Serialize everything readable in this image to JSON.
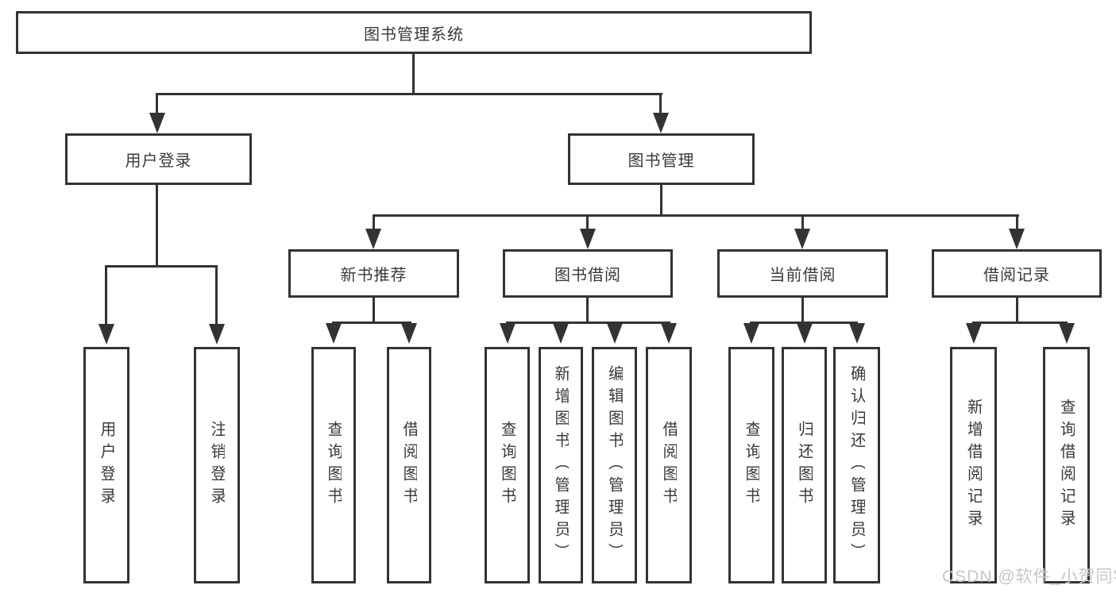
{
  "tree": {
    "root": "图书管理系统",
    "branches": [
      {
        "label": "用户登录",
        "children": [
          "用户登录",
          "注销登录"
        ]
      },
      {
        "label": "图书管理",
        "sections": [
          {
            "label": "新书推荐",
            "children": [
              "查询图书",
              "借阅图书"
            ]
          },
          {
            "label": "图书借阅",
            "children": [
              "查询图书",
              "新增图书（管理员）",
              "编辑图书（管理员）",
              "借阅图书"
            ]
          },
          {
            "label": "当前借阅",
            "children": [
              "查询图书",
              "归还图书",
              "确认归还（管理员）"
            ]
          },
          {
            "label": "借阅记录",
            "children": [
              "新增借阅记录",
              "查询借阅记录"
            ]
          }
        ]
      }
    ]
  },
  "watermark": "CSDN @软件_小贺同学",
  "colors": {
    "line": "#333333",
    "text": "#3a3a3a",
    "background": "#ffffff",
    "watermark": "#c6c6c6"
  }
}
